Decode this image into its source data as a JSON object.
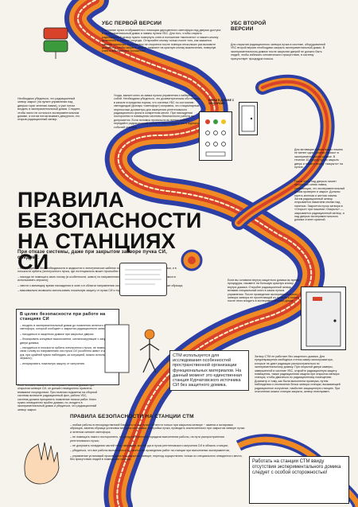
{
  "colors": {
    "accent_red": "#d9422a",
    "accent_blue": "#2d3fa5",
    "orange": "#f08a24",
    "paper": "#f6f3ec"
  },
  "icons": [
    "lamp-icon",
    "door-icon",
    "hand-icon",
    "control-panel-icon",
    "figure-icon"
  ],
  "header": {
    "usvs1_title": "УБС ПЕРВОЙ ВЕРСИИ",
    "usvs1_text": "Состояние пучка отображается с помощью двухцветного светофора над дверью доступа в экспериментальный домик и лампы пульта УБС. Для того, чтобы открыть радиационный затвор нужно повернуть ключ в положение «включено» и нажать кнопку включения в течение секунды. Отпускайте кнопку только после того, как зажжется красная лампочка. Если затвор не откроется после повтора нескольких раз вызовите дежурного, чтобы закрыть затвор, нажмите на красную кнопку выключения, повернув ключ в выключенное положение.",
    "usvs2_title": "УБС ВТОРОЙ ВЕРСИИ",
    "usvs2_text": "Для открытия радиационного затвора пучка в системе, оборудованной УБС второй версии необходимо закрыть экспериментальный домик. В экспериментальном домике после закрытия дверей не должно быть людей, чтобы избежать человеческого присутствия, в систему присутствует процедура поиска."
  },
  "left_note": {
    "text": "Необходимо убедиться, что радиационный затвор закрыт (на пульте управления над дверью горит зеленая лампа), и уже потом входить в экспериментальный домик. Следите, чтобы никто не остался в экспериментальном домике, а потом потом вызвать дежурного, его открыв радиационный затвор."
  },
  "middle_note": {
    "text": "Уходя, выньте ключ из замка пульта управления и заберите с собой. Необходимо убедиться, что дозиметрическая обстановка в канале в пределах нормы, что система УБС по состоянию светодиодов (фонарь «светофор») исправна, что стационарные переносные дозиметры для измерения рентгеновского радиационного фона в конкретном месте. При нахождении посторонних в помещении системы безопасности работа не допускается. Если поломка произошла во время работы, передайте радиационный затвор и зафиксируйте это в журнале событий станции."
  },
  "small_label": "БЛОКИ В ДОМИКЕ С СЕНСОРАМИ",
  "right_note": {
    "text": "Для активации поиска нужно нажать не менее одной кнопки «поиск» в экспериментальном домике. В течение 10 секунд нужно закрыть дверь и нажать кнопку «закрыто» на пульте."
  },
  "right_note2": {
    "text": "После этого над дверью начнет загораться синяя лампа, означающая, что экспериментальный домик проверен и закрыт. Должны гореть зеленая и желтая лампы. Затем радиационный затвор открывается нажатием кнопки над панелью. Закроется пучок затвора в «Открыт» при нажатии «Закрыть» — закрывается радиационный затвор, а над дверью экспериментального домика станет красной."
  },
  "main_title": "ПРАВИЛА БЕЗОПАСНОСТИ НА СТАНЦИЯХ СИ",
  "subtitle": "При отказе системы, даже при закрытом затворе пучка СИ, следует:",
  "rules_list": [
    "– не находиться без необходимости в жидкостях и электрических кабелях на пульте экспериментальной установки, и в плоскости орбиты (электронного пучка, где потенциально может произойти СИ и тормозное излучение);",
    "– никогда не помещать свою голову (в особенности, живот) по направлению оси пучка СИ (при особой необходимости использовать зеркало);",
    "– свести к минимуму время нахождения в зоне и в области направления оси пучка СИ, в частности, при установке образца;",
    "– максимально возможно использовать локальную защиту от пучка СИ и тормозного излучения."
  ],
  "safety_box": {
    "title": "В целях безопасности при работе на станциях СИ",
    "items": [
      "– входить в экспериментальный домик до появления зеленого сигнала светофора, который сообщает о закрытии радиационного затвора;",
      "– находиться в защитном домике при закрытых дверях;",
      "– блокировать концевые выключатели, сигнализирующие о закрытии двери домика;",
      "– находиться в плоскости орбиты электронного пучка, не помещать свою голову по направлению оси пучка СИ (особенно живот и кисти рук, при крайней нужно наблюдать за ситуацией, можно использовать зеркало);",
      "– игнорировать локальную защиту от излучения."
    ]
  },
  "bottom_left_note": {
    "text": "Если человек оказался в экспериментальном домике при открытом затворе СИ, он должен немедленно привлечь внимание посредством. При наличии подсветки на сборной системы включите радиационный фон, работа УБС, система должна прекратить появление поиска работ. Ключ нужно немедленно пройти домики, по, входить в экспериментальный домик и убедиться, что радиационный затвор закрыт."
  },
  "door_note": {
    "text": "Если вы оставили внутри защитного домика во время процедуры, нажмите на большую красную кнопку внутри домика. Откройте радиационный затвор, вставив специальный ключ в замок пульта управления. После проведения экспериментального затвора затвора не пролетающий из пультов и только после этого входить в экспериментальный домик."
  },
  "stm_note": {
    "text": "СТМ используется для исследования особенностей пространственной организации функциональных материалов. На данный момент это единственная станция Курчатовского источника СИ без защитного домика."
  },
  "right_bottom_note": {
    "text": "Затвор СТМ не работает без защитного домика. Для предотвращения свободных стенок камер монохроматора, которые не дают радиации распространяться по экспериментальному домику. При открытой двери камеры, завершенной в системе УБС, откройте радиационную защиту помещения, также радиационная защита при открытии затвора станция, чтобы двигаться по радиационному помещению. Дозиметр и тому, как была выполнена проверка, путем наблюдения и отключения блока затвора станции, вызывающей радиационное излучение, наиболее защищенную станцию. При отклонении можно станция закрыта, затвор неисправен."
  },
  "stm_title": "ПРАВИЛА БЕЗОПАСНОСТИ НА СТАНЦИИ СТМ",
  "stm_rules": [
    "– любые работы в непосредственной близости от оси пучка СИ вести только при закрытом затворе ~ замена и юстировка образцов, замена образца установки методом юстировки, настройка пучка, проводить исключительно при закрытом затворе пучка и зеленом сигнале светофора;",
    "– не помещать никого постороннего, не предусмотренного порядком выполнения работы, на пути распространения рентгеновского пучка;",
    "– не допускать попадания частей тела, например, кистей рук в пучок рентгеновского излучения СИ в область станции;",
    "– убедиться, что все работы выполняются по окончании проведения работ на станции при выполнении экспериментов;",
    "– управление установкой производить при закрытом затворе, переход осуществлять только из специального отведенного места, без присутствия людей в помещении станции."
  ],
  "rb_box": {
    "text": "Работать на станции СТМ ввиду отсутствия экспериментального домика следует с особой осторожностью!"
  }
}
